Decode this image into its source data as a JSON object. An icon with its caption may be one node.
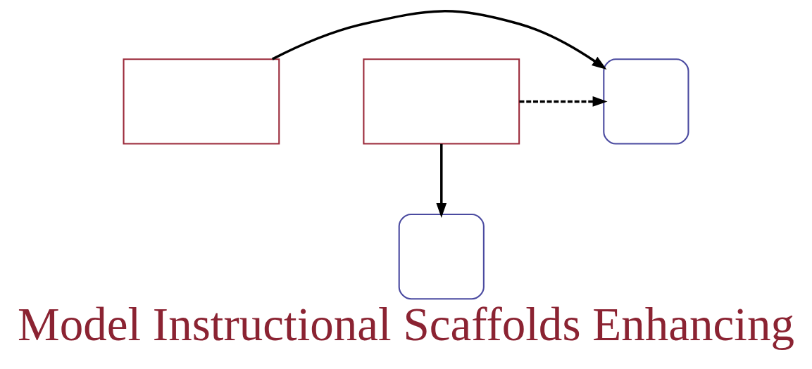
{
  "diagram": {
    "title": "Model Instructional Scaffolds Enhancing",
    "nodes": [
      {
        "text": [],
        "shape": "rectangle"
      },
      {
        "text": [],
        "shape": "rounded"
      },
      {
        "text": [],
        "shape": "rectangle"
      },
      {
        "text": [],
        "shape": "rounded"
      }
    ],
    "edges": [
      {
        "from": 0,
        "to": 1,
        "arrow": "to"
      },
      {
        "from": 2,
        "to": 1,
        "arrow": "to",
        "style": "dashed"
      },
      {
        "from": 2,
        "to": 3,
        "arrow": "to"
      }
    ]
  }
}
